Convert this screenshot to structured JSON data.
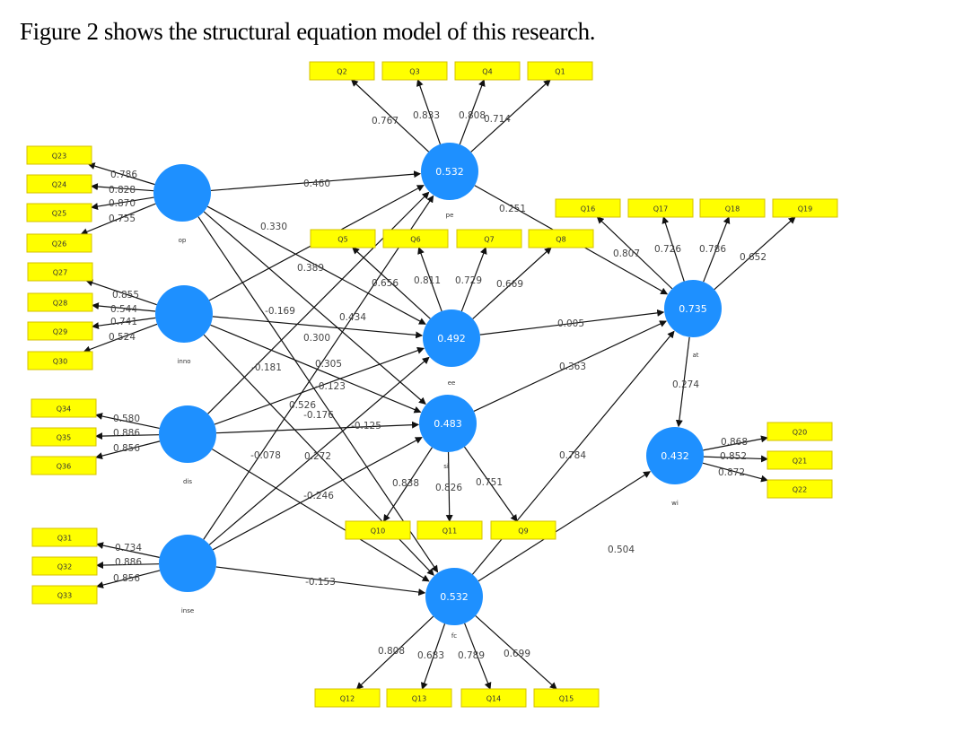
{
  "caption": "Figure 2 shows the structural equation model of this research.",
  "colors": {
    "latent": "#1e90ff",
    "indicator": "#ffff00",
    "edge": "#111111"
  },
  "latents": [
    {
      "id": "op",
      "name": "op",
      "r2": ""
    },
    {
      "id": "inno",
      "name": "inno",
      "r2": ""
    },
    {
      "id": "dis",
      "name": "dis",
      "r2": ""
    },
    {
      "id": "inse",
      "name": "inse",
      "r2": ""
    },
    {
      "id": "pe",
      "name": "pe",
      "r2": "0.532"
    },
    {
      "id": "ee",
      "name": "ee",
      "r2": "0.492"
    },
    {
      "id": "si",
      "name": "si",
      "r2": "0.483"
    },
    {
      "id": "fc",
      "name": "fc",
      "r2": "0.532"
    },
    {
      "id": "at",
      "name": "at",
      "r2": "0.735"
    },
    {
      "id": "wi",
      "name": "wi",
      "r2": "0.432"
    }
  ],
  "indicators": [
    {
      "id": "Q23",
      "latent": "op",
      "loading": "0.786"
    },
    {
      "id": "Q24",
      "latent": "op",
      "loading": "0.828"
    },
    {
      "id": "Q25",
      "latent": "op",
      "loading": "0.870"
    },
    {
      "id": "Q26",
      "latent": "op",
      "loading": "0.755"
    },
    {
      "id": "Q27",
      "latent": "inno",
      "loading": "0.855"
    },
    {
      "id": "Q28",
      "latent": "inno",
      "loading": "0.544"
    },
    {
      "id": "Q29",
      "latent": "inno",
      "loading": "0.741"
    },
    {
      "id": "Q30",
      "latent": "inno",
      "loading": "0.524"
    },
    {
      "id": "Q34",
      "latent": "dis",
      "loading": "0.580"
    },
    {
      "id": "Q35",
      "latent": "dis",
      "loading": "0.886"
    },
    {
      "id": "Q36",
      "latent": "dis",
      "loading": "0.856"
    },
    {
      "id": "Q31",
      "latent": "inse",
      "loading": "0.734"
    },
    {
      "id": "Q32",
      "latent": "inse",
      "loading": "0.886"
    },
    {
      "id": "Q33",
      "latent": "inse",
      "loading": "0.856"
    },
    {
      "id": "Q2",
      "latent": "pe",
      "loading": "0.767"
    },
    {
      "id": "Q3",
      "latent": "pe",
      "loading": "0.833"
    },
    {
      "id": "Q4",
      "latent": "pe",
      "loading": "0.808"
    },
    {
      "id": "Q1",
      "latent": "pe",
      "loading": "0.714"
    },
    {
      "id": "Q5",
      "latent": "ee",
      "loading": "0.656"
    },
    {
      "id": "Q6",
      "latent": "ee",
      "loading": "0.811"
    },
    {
      "id": "Q7",
      "latent": "ee",
      "loading": "0.729"
    },
    {
      "id": "Q8",
      "latent": "ee",
      "loading": "0.669"
    },
    {
      "id": "Q10",
      "latent": "si",
      "loading": "0.838"
    },
    {
      "id": "Q11",
      "latent": "si",
      "loading": "0.826"
    },
    {
      "id": "Q9",
      "latent": "si",
      "loading": "0.751"
    },
    {
      "id": "Q12",
      "latent": "fc",
      "loading": "0.808"
    },
    {
      "id": "Q13",
      "latent": "fc",
      "loading": "0.683"
    },
    {
      "id": "Q14",
      "latent": "fc",
      "loading": "0.789"
    },
    {
      "id": "Q15",
      "latent": "fc",
      "loading": "0.699"
    },
    {
      "id": "Q16",
      "latent": "at",
      "loading": "0.807"
    },
    {
      "id": "Q17",
      "latent": "at",
      "loading": "0.726"
    },
    {
      "id": "Q18",
      "latent": "at",
      "loading": "0.786"
    },
    {
      "id": "Q19",
      "latent": "at",
      "loading": "0.652"
    },
    {
      "id": "Q20",
      "latent": "wi",
      "loading": "0.868"
    },
    {
      "id": "Q21",
      "latent": "wi",
      "loading": "0.852"
    },
    {
      "id": "Q22",
      "latent": "wi",
      "loading": "0.872"
    }
  ],
  "paths": [
    {
      "from": "op",
      "to": "pe",
      "coef": "0.460"
    },
    {
      "from": "op",
      "to": "ee",
      "coef": "0.389"
    },
    {
      "from": "op",
      "to": "si",
      "coef": "0.434"
    },
    {
      "from": "op",
      "to": "fc",
      "coef": "0.526"
    },
    {
      "from": "inno",
      "to": "pe",
      "coef": "0.330"
    },
    {
      "from": "inno",
      "to": "ee",
      "coef": "0.300"
    },
    {
      "from": "inno",
      "to": "si",
      "coef": "0.305"
    },
    {
      "from": "inno",
      "to": "fc",
      "coef": "0.272"
    },
    {
      "from": "dis",
      "to": "pe",
      "coef": "-0.169"
    },
    {
      "from": "dis",
      "to": "ee",
      "coef": "-0.123"
    },
    {
      "from": "dis",
      "to": "si",
      "coef": "-0.125"
    },
    {
      "from": "dis",
      "to": "fc",
      "coef": "-0.176"
    },
    {
      "from": "inse",
      "to": "pe",
      "coef": "-0.181"
    },
    {
      "from": "inse",
      "to": "ee",
      "coef": "-0.078"
    },
    {
      "from": "inse",
      "to": "si",
      "coef": "-0.246"
    },
    {
      "from": "inse",
      "to": "fc",
      "coef": "-0.153"
    },
    {
      "from": "pe",
      "to": "at",
      "coef": "0.251"
    },
    {
      "from": "ee",
      "to": "at",
      "coef": "0.005"
    },
    {
      "from": "si",
      "to": "at",
      "coef": "0.363"
    },
    {
      "from": "fc",
      "to": "at",
      "coef": "0.784"
    },
    {
      "from": "at",
      "to": "wi",
      "coef": "0.274"
    },
    {
      "from": "fc",
      "to": "wi",
      "coef": "0.504"
    }
  ]
}
